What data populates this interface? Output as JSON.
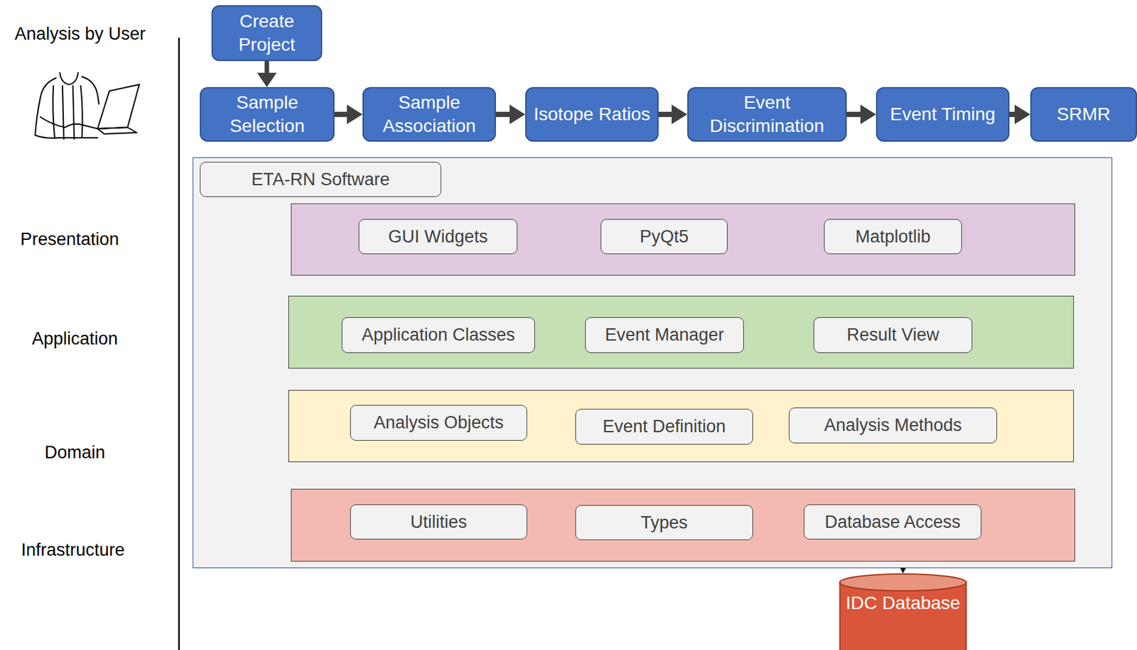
{
  "diagram": {
    "nodes": [
      {
        "text": [
          "Create Project"
        ]
      },
      {
        "text": [
          "Sample Selection"
        ]
      },
      {
        "text": [
          "Sample Association"
        ]
      },
      {
        "text": [
          "Isotope Ratios"
        ]
      },
      {
        "text": [
          "Event Discrimination"
        ]
      },
      {
        "text": [
          "Event Timing"
        ]
      },
      {
        "text": [
          "SRMR"
        ]
      },
      {
        "text": [
          "ETA-RN Software"
        ]
      },
      {
        "text": [
          "GUI Widgets"
        ],
        "in": 7
      },
      {
        "text": [
          "PyQt5"
        ],
        "in": 7
      },
      {
        "text": [
          "Matplotlib"
        ],
        "in": 7
      },
      {
        "text": [
          "Application Classes"
        ],
        "in": 7
      },
      {
        "text": [
          "Event Manager"
        ],
        "in": 7
      },
      {
        "text": [
          "Result View"
        ],
        "in": 7
      },
      {
        "text": [
          "Analysis Objects"
        ],
        "in": 7
      },
      {
        "text": [
          "Event Definition"
        ],
        "in": 7
      },
      {
        "text": [
          "Analysis Methods"
        ],
        "in": 7
      },
      {
        "text": [
          "Utilities"
        ],
        "in": 7
      },
      {
        "text": [
          "Types"
        ],
        "in": 7
      },
      {
        "text": [
          "Database Access"
        ],
        "in": 7
      },
      {
        "text": [
          "IDC Database"
        ]
      }
    ],
    "edges": [
      {
        "from": 0,
        "to": 1,
        "arrow": "to"
      },
      {
        "from": 1,
        "to": 2,
        "arrow": "to"
      },
      {
        "from": 2,
        "to": 3,
        "arrow": "to"
      },
      {
        "from": 3,
        "to": 4,
        "arrow": "to"
      },
      {
        "from": 4,
        "to": 5,
        "arrow": "to"
      },
      {
        "from": 5,
        "to": 6,
        "arrow": "to"
      },
      {
        "from": 19,
        "to": 20,
        "arrow": "to"
      }
    ],
    "labels": [
      "Analysis by User",
      "Presentation",
      "Application",
      "Domain",
      "Infrastructure"
    ]
  }
}
